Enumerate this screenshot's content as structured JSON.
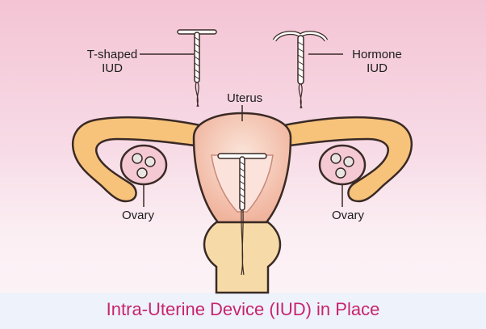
{
  "labels": {
    "t_shaped_line1": "T-shaped",
    "t_shaped_line2": "IUD",
    "hormone_line1": "Hormone",
    "hormone_line2": "IUD",
    "uterus": "Uterus",
    "ovary_left": "Ovary",
    "ovary_right": "Ovary"
  },
  "caption": "Intra-Uterine Device (IUD) in Place",
  "colors": {
    "background_top": "#f4c4d4",
    "caption": "#c8246e",
    "tube": "#f7c27a",
    "uterus_wall": "#f2b8a0",
    "uterus_inner": "#fbe3dc",
    "cervix": "#f6dba8",
    "outline": "#3a2a25"
  }
}
